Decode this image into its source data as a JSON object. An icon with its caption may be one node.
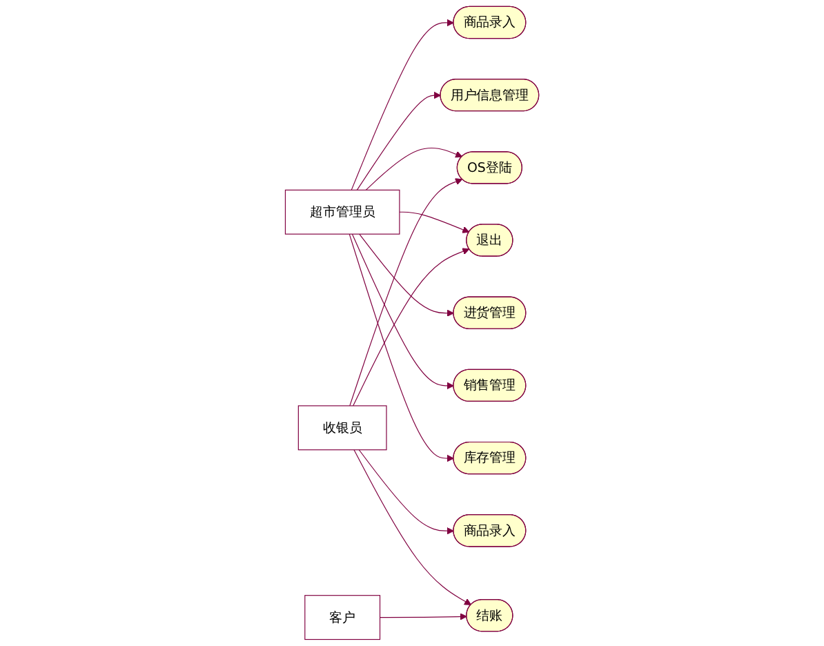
{
  "diagram": {
    "nodes": [
      {
        "text": [
          "超市管理员"
        ]
      },
      {
        "text": [
          "商品录入"
        ]
      },
      {
        "text": [
          "用户信息管理"
        ]
      },
      {
        "text": [
          "OS登陆"
        ]
      },
      {
        "text": [
          "退出"
        ]
      },
      {
        "text": [
          "进货管理"
        ]
      },
      {
        "text": [
          "销售管理"
        ]
      },
      {
        "text": [
          "库存管理"
        ]
      },
      {
        "text": [
          "商品录入"
        ]
      },
      {
        "text": [
          "收银员"
        ]
      },
      {
        "text": [
          "结账"
        ]
      },
      {
        "text": [
          "客户"
        ]
      }
    ],
    "edges": [
      {
        "from": 0,
        "to": 1,
        "arrow": "to"
      },
      {
        "from": 0,
        "to": 2,
        "arrow": "to"
      },
      {
        "from": 0,
        "to": 3,
        "arrow": "to"
      },
      {
        "from": 0,
        "to": 4,
        "arrow": "to"
      },
      {
        "from": 0,
        "to": 5,
        "arrow": "to"
      },
      {
        "from": 0,
        "to": 6,
        "arrow": "to"
      },
      {
        "from": 0,
        "to": 7,
        "arrow": "to"
      },
      {
        "from": 9,
        "to": 8,
        "arrow": "to"
      },
      {
        "from": 9,
        "to": 3,
        "arrow": "to"
      },
      {
        "from": 9,
        "to": 4,
        "arrow": "to"
      },
      {
        "from": 9,
        "to": 10,
        "arrow": "to"
      },
      {
        "from": 11,
        "to": 10,
        "arrow": "to"
      }
    ]
  }
}
